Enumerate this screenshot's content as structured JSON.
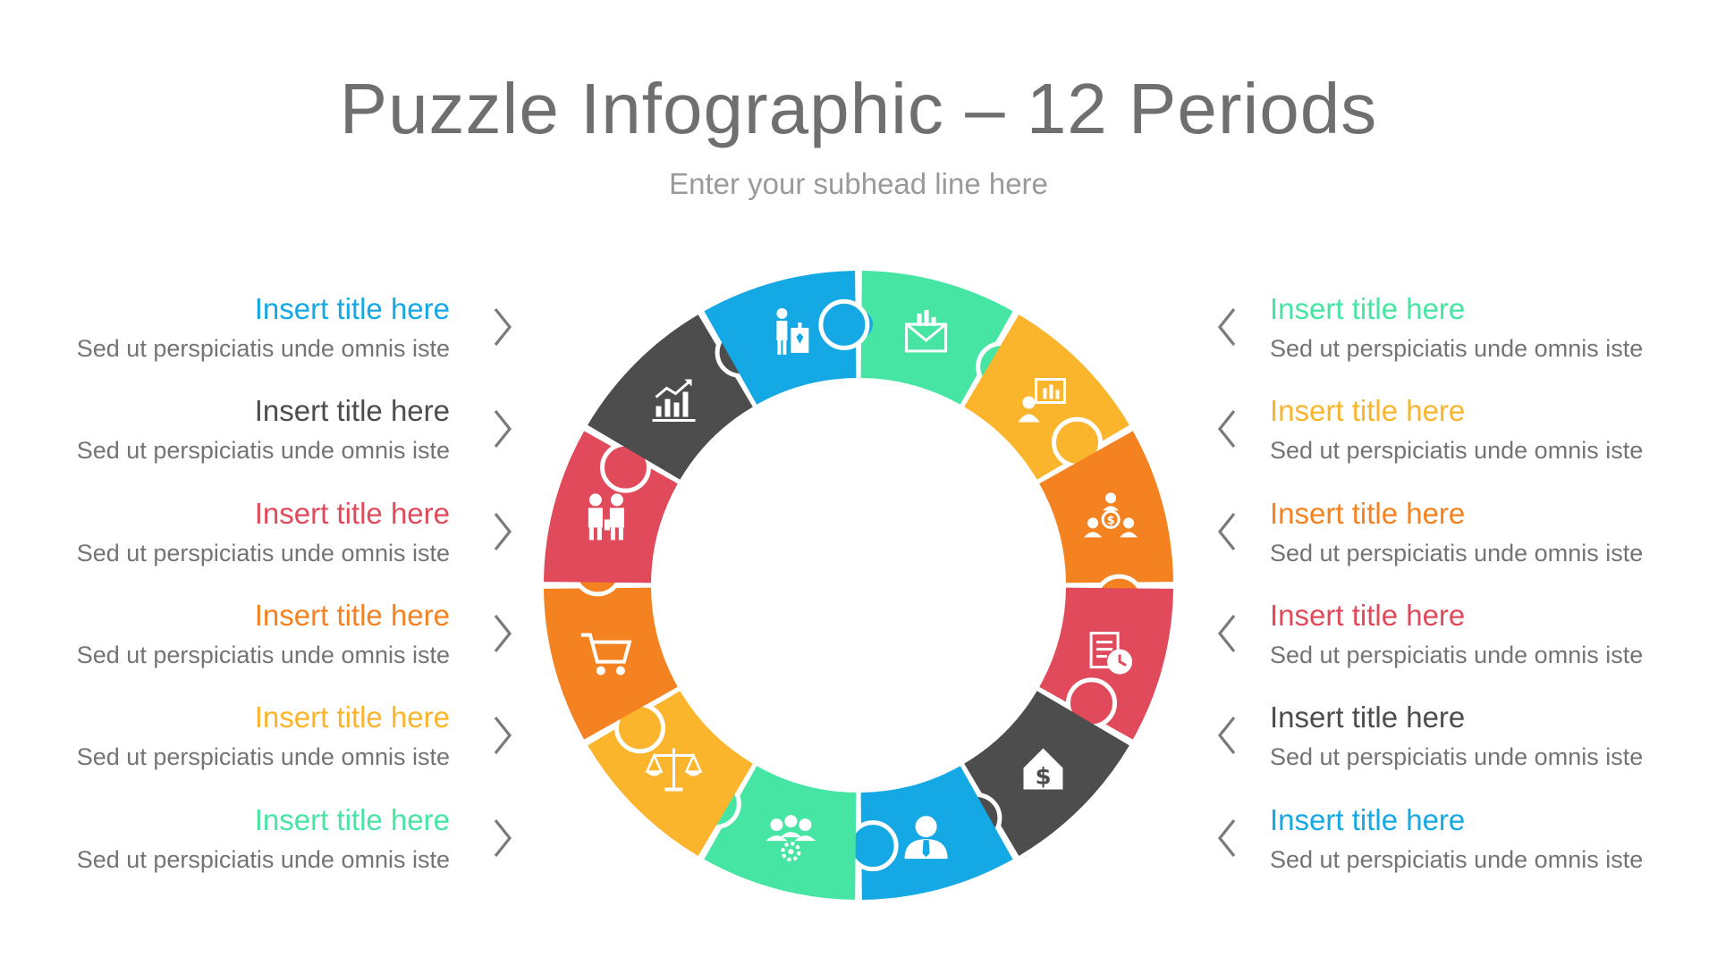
{
  "header": {
    "title": "Puzzle Infographic – 12 Periods",
    "subtitle": "Enter your subhead line here"
  },
  "left_items": [
    {
      "title": "Insert title here",
      "desc": "Sed ut perspiciatis unde omnis iste",
      "color": "#14a8e4"
    },
    {
      "title": "Insert title here",
      "desc": "Sed ut perspiciatis unde omnis iste",
      "color": "#4d4d4d"
    },
    {
      "title": "Insert title here",
      "desc": "Sed ut perspiciatis unde omnis iste",
      "color": "#e14a5a"
    },
    {
      "title": "Insert title here",
      "desc": "Sed ut perspiciatis unde omnis iste",
      "color": "#f58220"
    },
    {
      "title": "Insert title here",
      "desc": "Sed ut perspiciatis unde omnis iste",
      "color": "#fbb52d"
    },
    {
      "title": "Insert title here",
      "desc": "Sed ut perspiciatis unde omnis iste",
      "color": "#47e5a3"
    }
  ],
  "right_items": [
    {
      "title": "Insert title here",
      "desc": "Sed ut perspiciatis unde omnis iste",
      "color": "#47e5a3"
    },
    {
      "title": "Insert title here",
      "desc": "Sed ut perspiciatis unde omnis iste",
      "color": "#fbb52d"
    },
    {
      "title": "Insert title here",
      "desc": "Sed ut perspiciatis unde omnis iste",
      "color": "#f58220"
    },
    {
      "title": "Insert title here",
      "desc": "Sed ut perspiciatis unde omnis iste",
      "color": "#e14a5a"
    },
    {
      "title": "Insert title here",
      "desc": "Sed ut perspiciatis unde omnis iste",
      "color": "#4d4d4d"
    },
    {
      "title": "Insert title here",
      "desc": "Sed ut perspiciatis unde omnis iste",
      "color": "#14a8e4"
    }
  ],
  "pieces": [
    {
      "icon": "envelope-chart-icon",
      "color": "#47e5a3"
    },
    {
      "icon": "presentation-board-icon",
      "color": "#fbb52d"
    },
    {
      "icon": "team-money-icon",
      "color": "#f58220"
    },
    {
      "icon": "document-clock-icon",
      "color": "#e14a5a"
    },
    {
      "icon": "house-dollar-icon",
      "color": "#4d4d4d"
    },
    {
      "icon": "businessman-icon",
      "color": "#14a8e4"
    },
    {
      "icon": "team-gear-icon",
      "color": "#47e5a3"
    },
    {
      "icon": "scales-icon",
      "color": "#fbb52d"
    },
    {
      "icon": "shopping-cart-icon",
      "color": "#f58220"
    },
    {
      "icon": "business-partners-icon",
      "color": "#e14a5a"
    },
    {
      "icon": "growth-chart-icon",
      "color": "#4d4d4d"
    },
    {
      "icon": "presenter-icon",
      "color": "#14a8e4"
    }
  ],
  "chevrons": {
    "left": "chevron-right-icon",
    "right": "chevron-left-icon",
    "color": "#7a7a7a"
  }
}
